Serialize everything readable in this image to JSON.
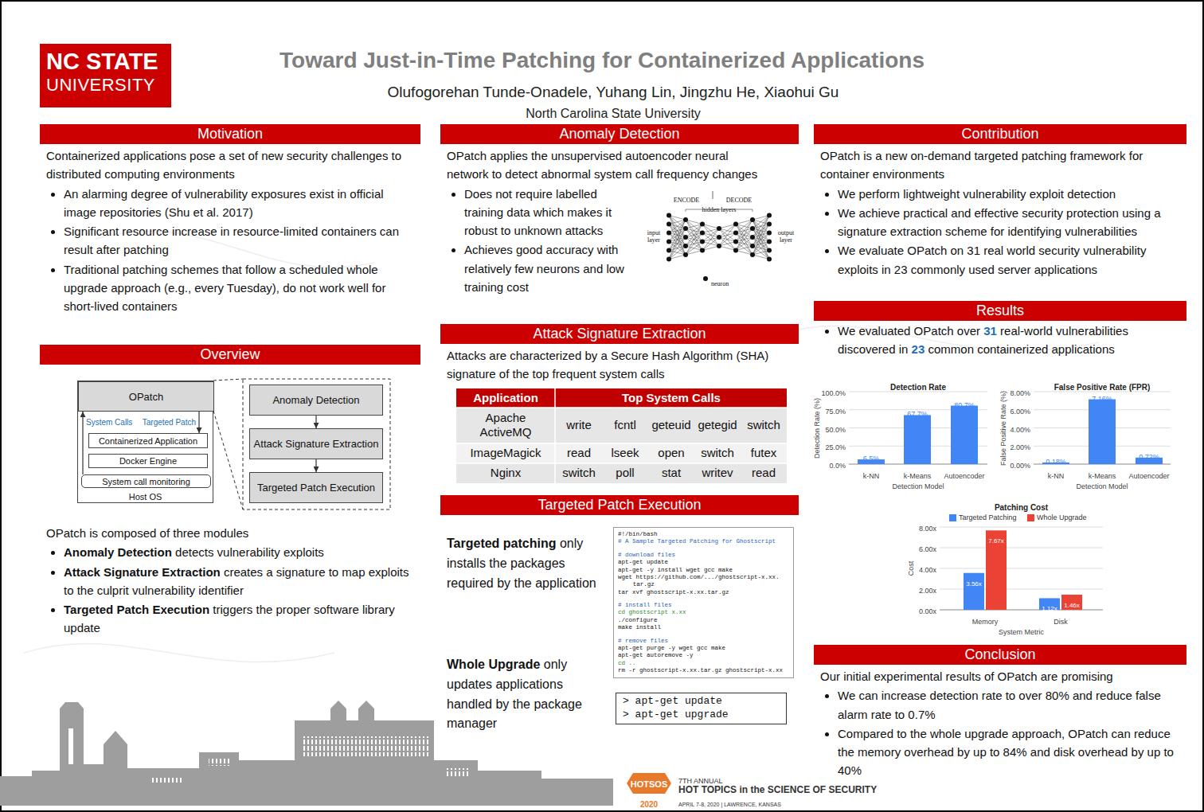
{
  "diagram": {
    "title": "Toward Just-in-Time Patching for Containerized Applications",
    "nodes": [
      {
        "text": [
          "NC STATE",
          "UNIVERSITY"
        ]
      },
      {
        "text": [
          "Motivation",
          "Containerized applications pose a set of new security challenges to distributed computing environments",
          "An alarming degree of vulnerability exposures exist in official image repositories (Shu et al. 2017)",
          "Significant resource increase in resource-limited containers can result after patching",
          "Traditional patching schemes that follow a scheduled whole upgrade approach (e.g., every Tuesday), do not work well for short-lived containers"
        ]
      },
      {
        "text": [
          "Overview",
          "OPatch is composed of three modules",
          "Anomaly Detection",
          "detects vulnerability exploits",
          "Attack Signature Extraction",
          "creates a signature to map exploits to the culprit vulnerability identifier",
          "Targeted Patch Execution",
          "triggers the proper software library update"
        ]
      },
      {
        "text": [
          "Host OS"
        ],
        "in": 2
      },
      {
        "text": [
          "OPatch"
        ],
        "in": 3
      },
      {
        "text": [
          "Containerized Application"
        ],
        "in": 3
      },
      {
        "text": [
          "Docker Engine"
        ],
        "in": 3
      },
      {
        "text": [
          "System call monitoring"
        ],
        "in": 3
      },
      {
        "text": [
          "Anomaly Detection"
        ],
        "in": 2
      },
      {
        "text": [
          "Attack Signature Extraction"
        ],
        "in": 2
      },
      {
        "text": [
          "Targeted Patch Execution"
        ],
        "in": 2
      },
      {
        "text": [
          "Anomaly Detection",
          "OPatch applies the unsupervised autoencoder neural network to detect abnormal system call frequency changes",
          "Does not require labelled training data which makes it robust to unknown attacks",
          "Achieves good accuracy with relatively few neurons and low training cost"
        ]
      },
      {
        "text": [
          "Attack Signature Extraction",
          "Attacks are characterized by a Secure Hash Algorithm (SHA) signature of the top frequent system calls"
        ]
      },
      {
        "text": [
          "Targeted Patch Execution",
          "Targeted patching",
          "only installs the packages required by the application",
          "Whole Upgrade",
          "only updates applications handled by the package manager"
        ]
      },
      {
        "text": [
          "#!/bin/bash",
          "# A Sample Targeted Patching for Ghostscript",
          "# download files",
          "apt-get update",
          "apt-get -y install wget gcc make",
          "wget https://github.com/.../ghostscript-x.xx.",
          "tar.gz",
          "tar xvf ghostscript-x.xx.tar.gz",
          "# install files",
          "cd ghostscript x.xx",
          "./configure",
          "make install",
          "# remove files",
          "apt-get purge -y wget gcc make",
          "apt-get autoremove -y",
          "cd ..",
          "rm -r ghostscript-x.xx.tar.gz ghostscript-x.xx"
        ],
        "in": 13
      },
      {
        "text": [
          "> apt-get update",
          "> apt-get upgrade"
        ],
        "in": 13
      },
      {
        "text": [
          "Contribution",
          "OPatch is a new on-demand targeted patching framework for container environments",
          "We perform lightweight vulnerability exploit detection",
          "We achieve practical and effective security protection using a signature extraction scheme for identifying vulnerabilities",
          "We evaluate OPatch on 31 real world security vulnerability exploits in 23 commonly used server applications"
        ]
      },
      {
        "text": [
          "Results",
          "We evaluated OPatch over",
          "31",
          "real-world vulnerabilities discovered in",
          "23",
          "common containerized applications"
        ]
      },
      {
        "text": [
          "Conclusion",
          "Our initial experimental results of OPatch are promising",
          "We can increase detection rate to over 80% and reduce false alarm rate to 0.7%",
          "Compared to the whole upgrade approach, OPatch can reduce the memory overhead by up to 84% and disk overhead by up to 40%"
        ]
      }
    ],
    "edges": [
      {
        "from": 7,
        "to": 4,
        "arrow": "to",
        "label": "System Calls"
      },
      {
        "from": 4,
        "to": 5,
        "arrow": "to",
        "label": "Targeted Patch"
      },
      {
        "from": 8,
        "to": 9,
        "arrow": "to"
      },
      {
        "from": 9,
        "to": 10,
        "arrow": "to"
      }
    ],
    "labels": [
      "Olufogorehan Tunde-Onadele, Yuhang Lin, Jingzhu He, Xiaohui Gu",
      "North Carolina State University",
      "ENCODE",
      "DECODE",
      "hidden layers",
      "input layer",
      "output layer",
      "neuron",
      "Application",
      "Top System Calls",
      "Apache ActiveMQ",
      "write",
      "fcntl",
      "geteuid",
      "getegid",
      "switch",
      "ImageMagick",
      "read",
      "lseek",
      "open",
      "switch",
      "futex",
      "Nginx",
      "switch",
      "poll",
      "stat",
      "writev",
      "read",
      "Detection Rate",
      "100.0%",
      "75.0%",
      "50.0%",
      "25.0%",
      "0.0%",
      "Detection Rate (%)",
      "6.5%",
      "67.7%",
      "80.7%",
      "k-NN",
      "k-Means",
      "Autoencoder",
      "Detection Model",
      "False Positive Rate (FPR)",
      "8.00%",
      "6.00%",
      "4.00%",
      "2.00%",
      "0.00%",
      "False Positive Rate (%)",
      "0.18%",
      "7.16%",
      "0.72%",
      "k-NN",
      "k-Means",
      "Autoencoder",
      "Detection Model",
      "Patching Cost",
      "8.00x",
      "6.00x",
      "4.00x",
      "2.00x",
      "0.00x",
      "Cost",
      "3.56x",
      "7.67x",
      "1.12x",
      "1.46x",
      "Memory",
      "Disk",
      "System Metric",
      "HOTSOS",
      "2020",
      "7TH ANNUAL",
      "HOT TOPICS in the SCIENCE OF SECURITY",
      "APRIL 7-8, 2020 | LAWRENCE, KANSAS"
    ],
    "legend": [
      {
        "text": "Targeted Patching",
        "color": "#4285f4"
      },
      {
        "text": "Whole Upgrade",
        "color": "#ea4335"
      }
    ]
  }
}
